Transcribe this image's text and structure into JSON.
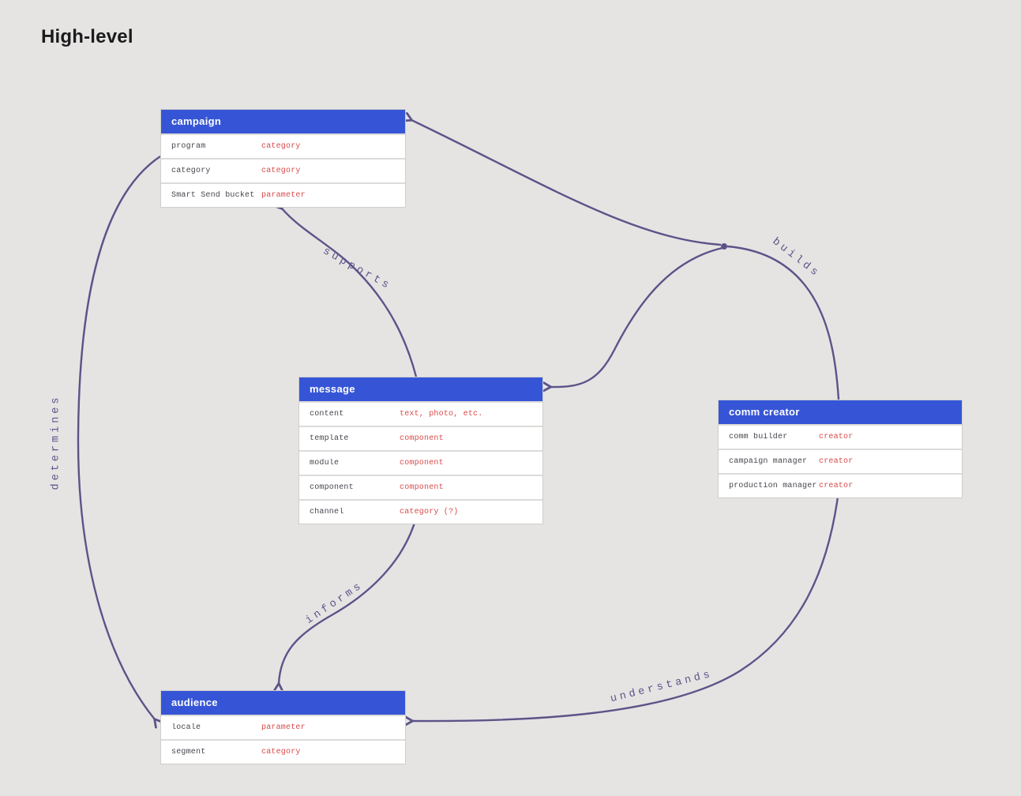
{
  "title": "High-level",
  "colors": {
    "background": "#e5e4e3",
    "entity_header_blue": "#3655d6",
    "entity_header_text": "#ffffff",
    "row_label_dark": "#46464e",
    "row_value_red": "#d94a4a",
    "edge_purple": "#5c5488",
    "title_dark": "#1b1b1d"
  },
  "entities": [
    {
      "id": "campaign",
      "title": "campaign",
      "rows": [
        {
          "label": "program",
          "value": "category"
        },
        {
          "label": "category",
          "value": "category"
        },
        {
          "label": "Smart Send bucket",
          "value": "parameter"
        }
      ]
    },
    {
      "id": "message",
      "title": "message",
      "rows": [
        {
          "label": "content",
          "value": "text, photo, etc."
        },
        {
          "label": "template",
          "value": "component"
        },
        {
          "label": "module",
          "value": "component"
        },
        {
          "label": "component",
          "value": "component"
        },
        {
          "label": "channel",
          "value": "category (?)"
        }
      ]
    },
    {
      "id": "comm-creator",
      "title": "comm creator",
      "rows": [
        {
          "label": "comm builder",
          "value": "creator"
        },
        {
          "label": "campaign manager",
          "value": "creator"
        },
        {
          "label": "production manager",
          "value": "creator"
        }
      ]
    },
    {
      "id": "audience",
      "title": "audience",
      "rows": [
        {
          "label": "locale",
          "value": "parameter"
        },
        {
          "label": "segment",
          "value": "category"
        }
      ]
    }
  ],
  "edges": [
    {
      "label": "supports",
      "from": "message",
      "to": "campaign"
    },
    {
      "label": "builds",
      "from": "comm creator",
      "to": "campaign / message"
    },
    {
      "label": "determines",
      "from": "campaign",
      "to": "audience"
    },
    {
      "label": "informs",
      "from": "message",
      "to": "audience"
    },
    {
      "label": "understands",
      "from": "comm creator",
      "to": "audience"
    }
  ]
}
